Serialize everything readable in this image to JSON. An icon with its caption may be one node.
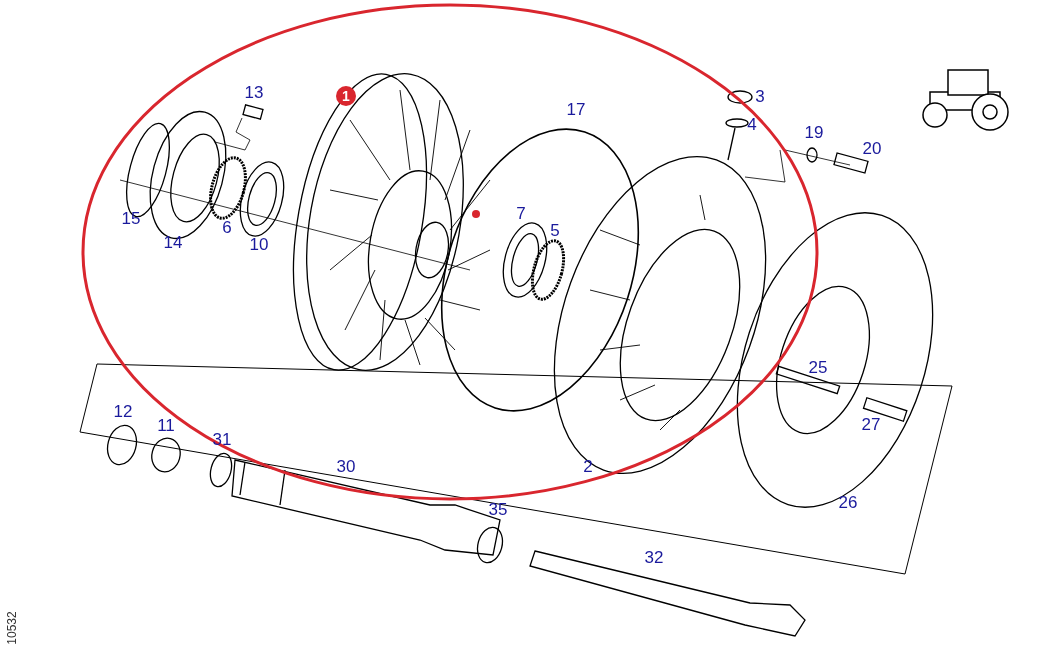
{
  "diagram": {
    "labels": [
      "1",
      "3",
      "13",
      "4",
      "17",
      "19",
      "20",
      "7",
      "15",
      "5",
      "14",
      "6",
      "10",
      "25",
      "27",
      "12",
      "11",
      "31",
      "30",
      "2",
      "26",
      "35",
      "32",
      "10532"
    ]
  }
}
